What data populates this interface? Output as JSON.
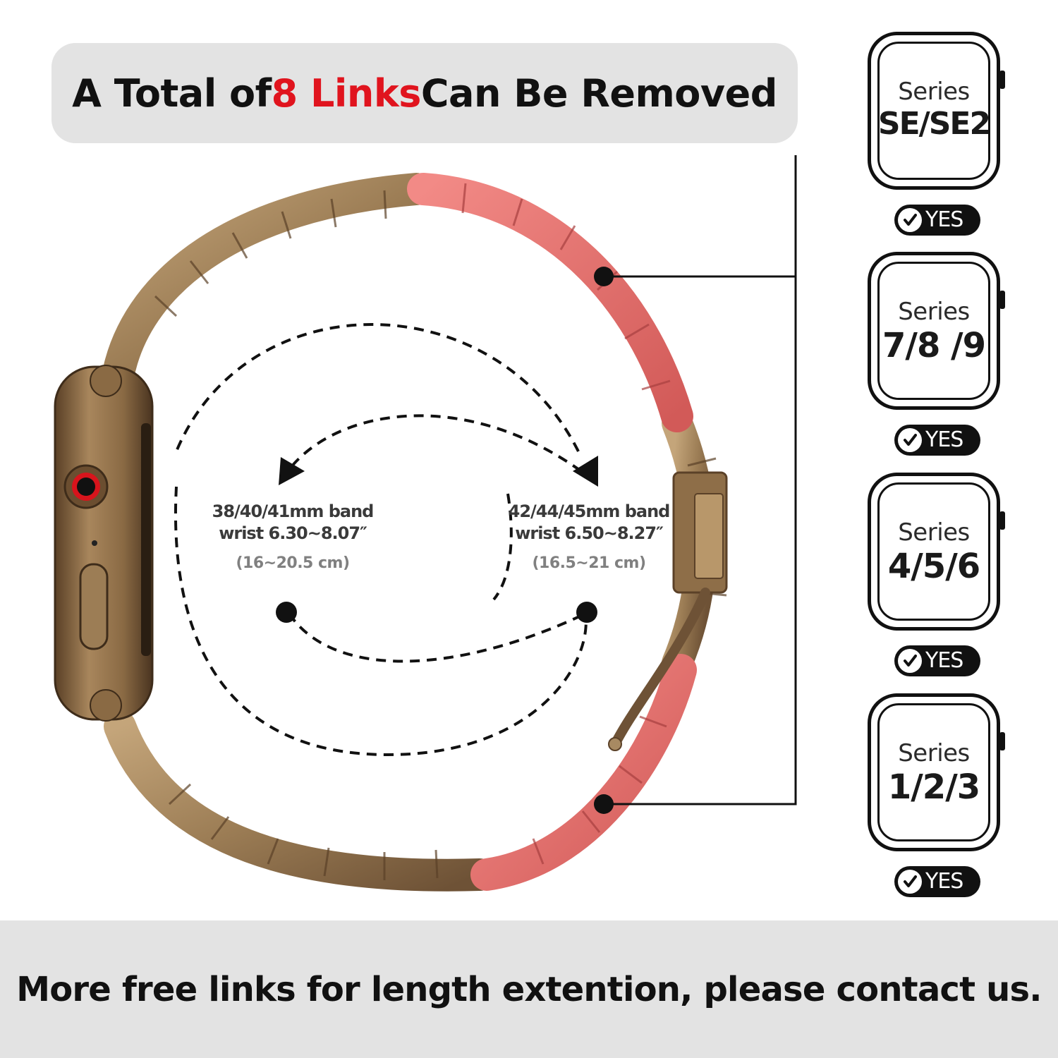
{
  "header": {
    "prefix": "A Total of ",
    "highlight": "8 Links",
    "suffix": " Can Be Removed"
  },
  "sizes": [
    {
      "band": "38/40/41mm band",
      "wrist": "wrist 6.30~8.07″",
      "cm": "(16~20.5 cm)"
    },
    {
      "band": "42/44/45mm band",
      "wrist": "wrist 6.50~8.27″",
      "cm": "(16.5~21 cm)"
    }
  ],
  "compatibility": [
    {
      "series": "Series",
      "model": "SE/SE2",
      "status": "YES"
    },
    {
      "series": "Series",
      "model": "7/8 /9",
      "status": "YES"
    },
    {
      "series": "Series",
      "model": "4/5/6",
      "status": "YES"
    },
    {
      "series": "Series",
      "model": "1/2/3",
      "status": "YES"
    }
  ],
  "footer": {
    "text": "More free links for length extention, please contact us."
  },
  "colors": {
    "highlight": "#e0141e",
    "band_bronze": "#a88a62",
    "band_pink": "#e8706f",
    "panel_gray": "#e3e3e3"
  },
  "icons": {
    "check": "check-circle-icon"
  }
}
